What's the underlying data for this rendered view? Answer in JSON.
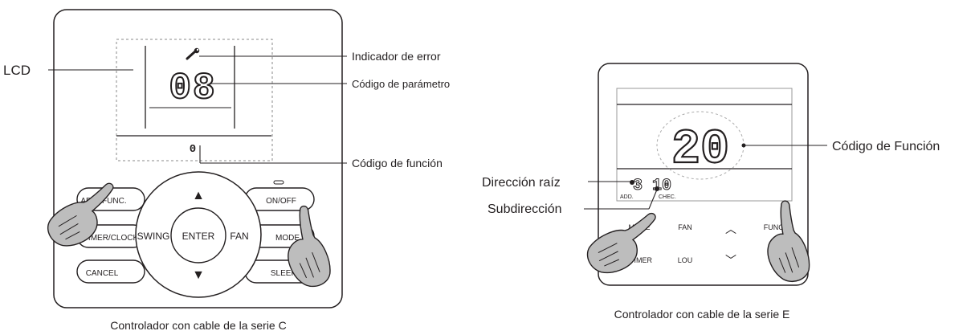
{
  "c_series": {
    "caption": "Controlador con cable de la serie C",
    "lcd_label": "LCD",
    "error_indicator_label": "Indicador de error",
    "param_code_label": "Código de parámetro",
    "function_code_label": "Código de función",
    "lcd_big_digits": "08",
    "lcd_small_digit": "0",
    "buttons": {
      "add_func": "ADD. FUNC.",
      "timer_clock": "TIMER/CLOCK",
      "cancel": "CANCEL",
      "on_off": "ON/OFF",
      "mode": "MODE",
      "sleep": "SLEEP",
      "swing": "SWING",
      "enter": "ENTER",
      "fan": "FAN",
      "up": "▲",
      "down": "▼"
    }
  },
  "e_series": {
    "caption": "Controlador con cable de la serie E",
    "function_code_label": "Código de Función",
    "root_direction_label": "Dirección raíz",
    "subdirection_label": "Subdirección",
    "lcd_big_digits": "20",
    "lcd_small_left": "3",
    "lcd_small_right": "10",
    "add_label": "ADD.",
    "chec_label": "CHEC.",
    "buttons": {
      "mode": "MODE",
      "fan": "FAN",
      "up": "︿",
      "funct": "FUNCT",
      "timer": "TIMER",
      "lou": "LOU",
      "down": "﹀",
      "power": "⏻"
    }
  },
  "colors": {
    "line": "#231f20",
    "hand_fill": "#bdbdbd",
    "dash": "#888888"
  },
  "icons": {
    "error": "wrench-icon",
    "hand": "pointing-hand-icon"
  }
}
